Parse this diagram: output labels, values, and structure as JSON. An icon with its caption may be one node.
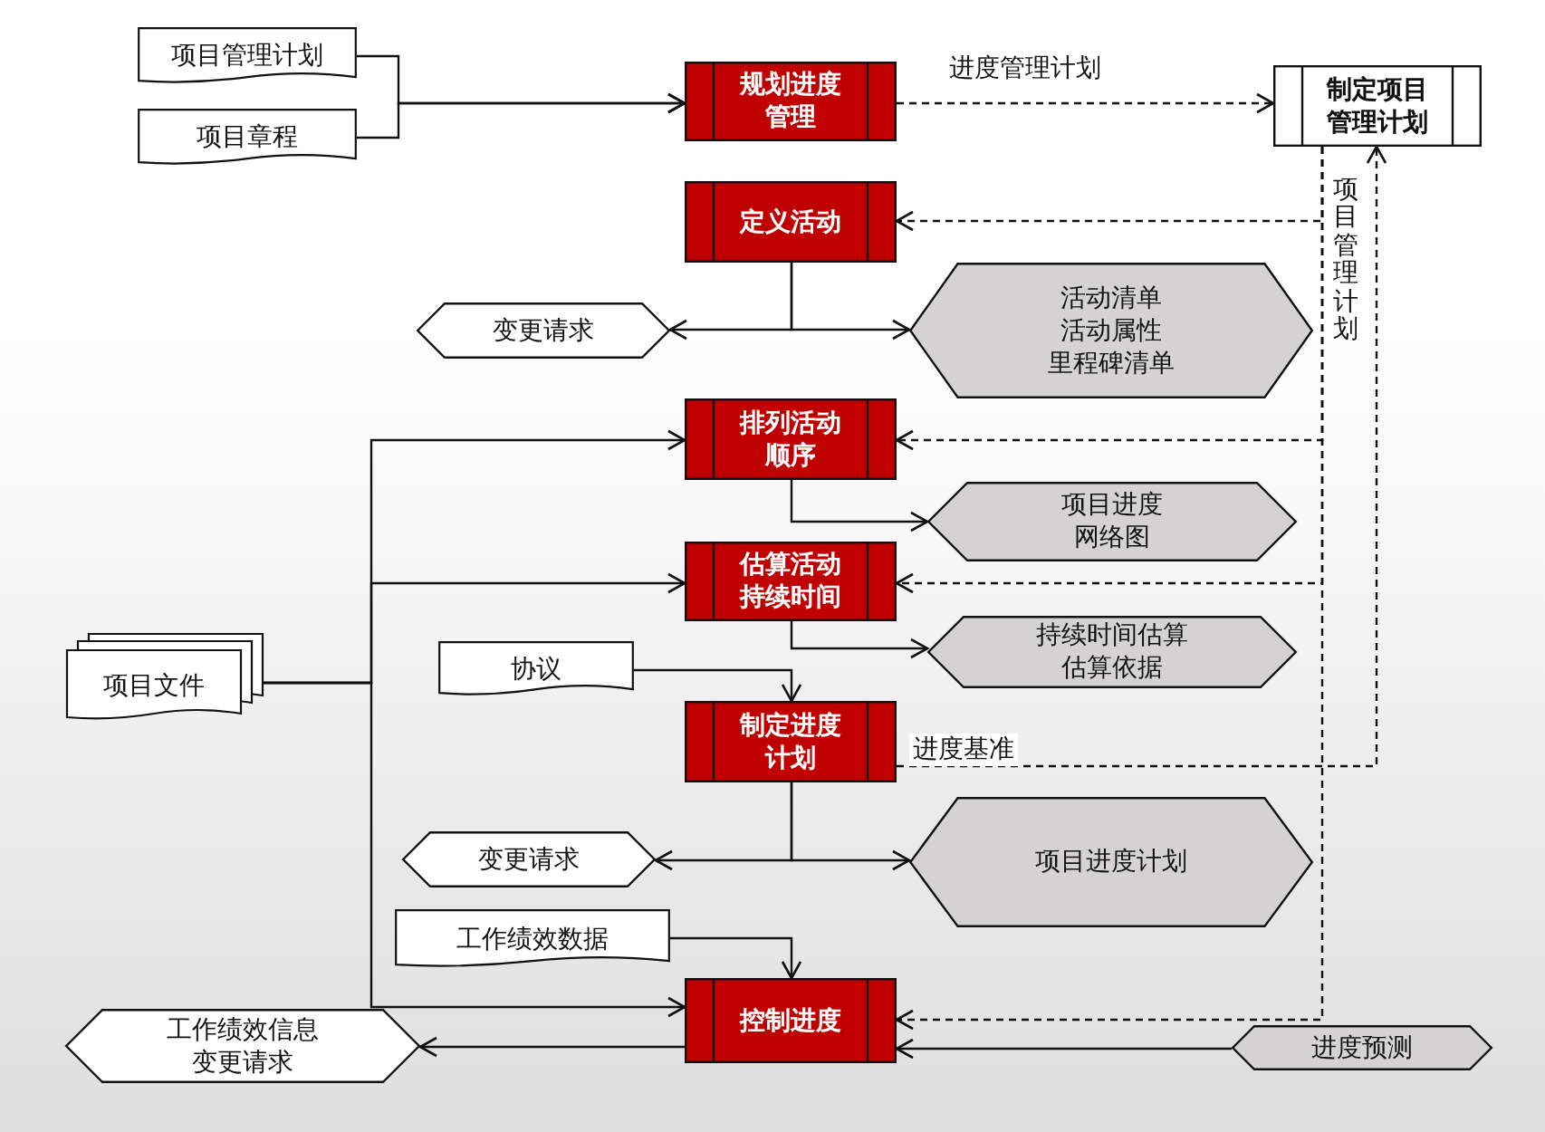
{
  "diagram": {
    "nodes": [
      {
        "text": [
          "项目管理计划"
        ]
      },
      {
        "text": [
          "项目章程"
        ]
      },
      {
        "text": [
          "规划进度管理"
        ]
      },
      {
        "text": [
          "制定项目管理计划"
        ]
      },
      {
        "text": [
          "定义活动"
        ]
      },
      {
        "text": [
          "变更请求"
        ]
      },
      {
        "text": [
          "活动清单",
          "活动属性",
          "里程碑清单"
        ]
      },
      {
        "text": [
          "排列活动顺序"
        ]
      },
      {
        "text": [
          "项目进度网络图"
        ]
      },
      {
        "text": [
          "项目文件"
        ]
      },
      {
        "text": [
          "估算活动持续时间"
        ]
      },
      {
        "text": [
          "持续时间估算",
          "估算依据"
        ]
      },
      {
        "text": [
          "协议"
        ]
      },
      {
        "text": [
          "制定进度计划"
        ]
      },
      {
        "text": [
          "变更请求"
        ]
      },
      {
        "text": [
          "项目进度计划"
        ]
      },
      {
        "text": [
          "工作绩效数据"
        ]
      },
      {
        "text": [
          "控制进度"
        ]
      },
      {
        "text": [
          "工作绩效信息",
          "变更请求"
        ]
      },
      {
        "text": [
          "进度预测"
        ]
      }
    ],
    "edges": [
      {
        "from": 0,
        "to": 2,
        "arrow": "to"
      },
      {
        "from": 1,
        "to": 2,
        "arrow": "to"
      },
      {
        "from": 2,
        "to": 3,
        "arrow": "to",
        "label": "进度管理计划",
        "style": "dashed"
      },
      {
        "from": 3,
        "to": 4,
        "arrow": "to",
        "style": "dashed"
      },
      {
        "from": 3,
        "to": 7,
        "arrow": "to",
        "style": "dashed"
      },
      {
        "from": 3,
        "to": 10,
        "arrow": "to",
        "style": "dashed"
      },
      {
        "from": 3,
        "to": 17,
        "arrow": "to",
        "style": "dashed"
      },
      {
        "from": 13,
        "to": 3,
        "arrow": "to",
        "label": "进度基准",
        "style": "dashed"
      },
      {
        "from": 4,
        "to": 5,
        "arrow": "to"
      },
      {
        "from": 4,
        "to": 6,
        "arrow": "to"
      },
      {
        "from": 9,
        "to": 7,
        "arrow": "to"
      },
      {
        "from": 9,
        "to": 10,
        "arrow": "to"
      },
      {
        "from": 9,
        "to": 17,
        "arrow": "to"
      },
      {
        "from": 7,
        "to": 8,
        "arrow": "to"
      },
      {
        "from": 10,
        "to": 11,
        "arrow": "to"
      },
      {
        "from": 12,
        "to": 13,
        "arrow": "to"
      },
      {
        "from": 13,
        "to": 14,
        "arrow": "to"
      },
      {
        "from": 13,
        "to": 15,
        "arrow": "to"
      },
      {
        "from": 16,
        "to": 17,
        "arrow": "to"
      },
      {
        "from": 17,
        "to": 18,
        "arrow": "to"
      },
      {
        "from": 19,
        "to": 17,
        "arrow": "to"
      }
    ],
    "labels": [
      "项目管理计划"
    ]
  }
}
